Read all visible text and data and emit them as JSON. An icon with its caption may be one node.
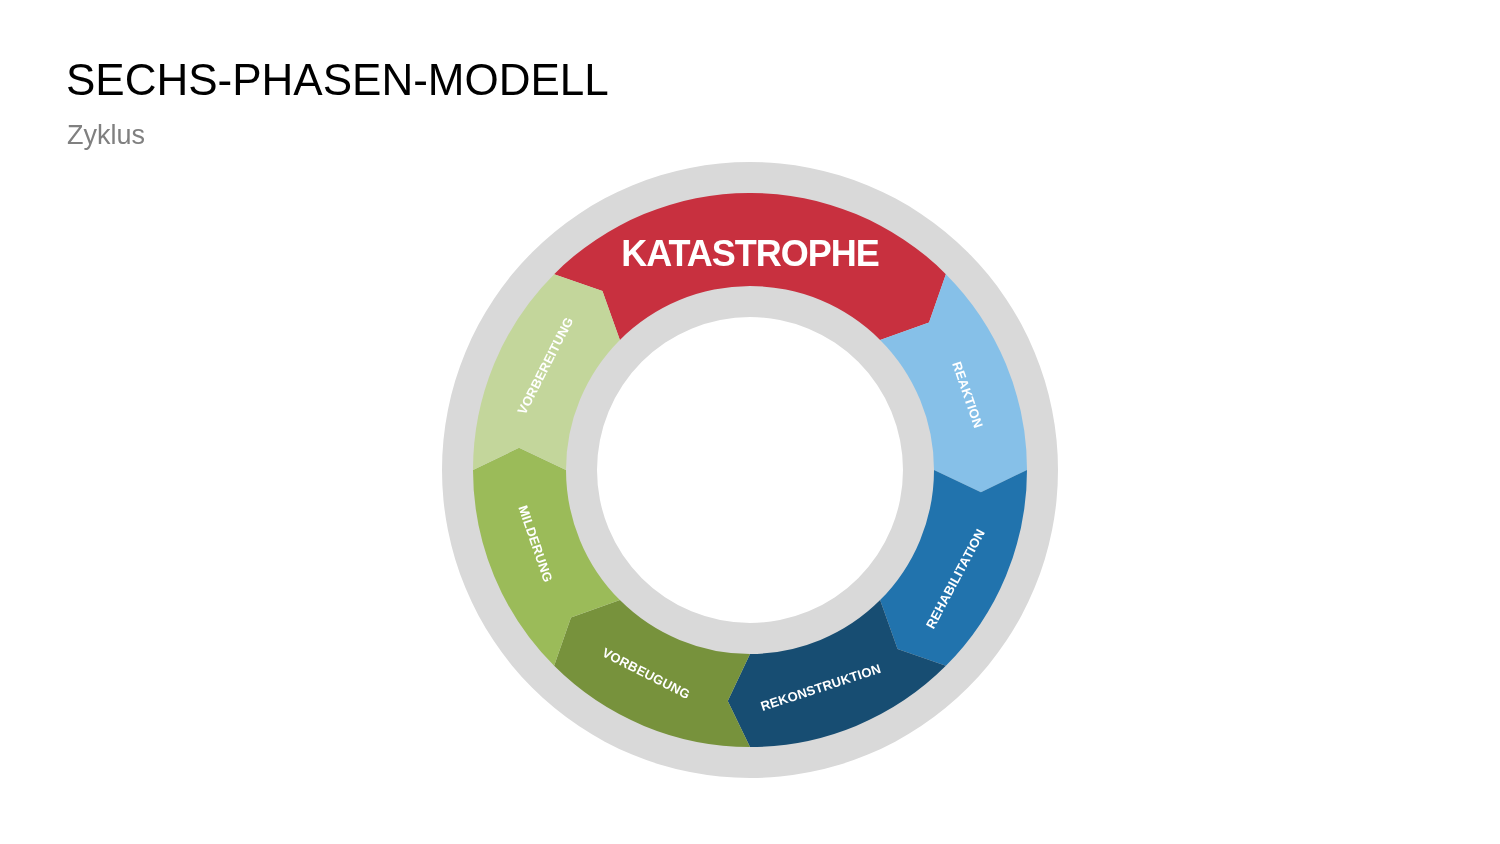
{
  "diagram": {
    "title": "SECHS-PHASEN-MODELL",
    "nodes": [
      {
        "text": [
          "KATASTROPHE"
        ]
      },
      {
        "text": [
          "REAKTION"
        ]
      },
      {
        "text": [
          "REHABILITATION"
        ]
      },
      {
        "text": [
          "REKONSTRUKTION"
        ]
      },
      {
        "text": [
          "VORBEUGUNG"
        ]
      },
      {
        "text": [
          "MILDERUNG"
        ]
      },
      {
        "text": [
          "VORBEREITUNG"
        ]
      }
    ],
    "labels": [
      "Zyklus"
    ]
  }
}
